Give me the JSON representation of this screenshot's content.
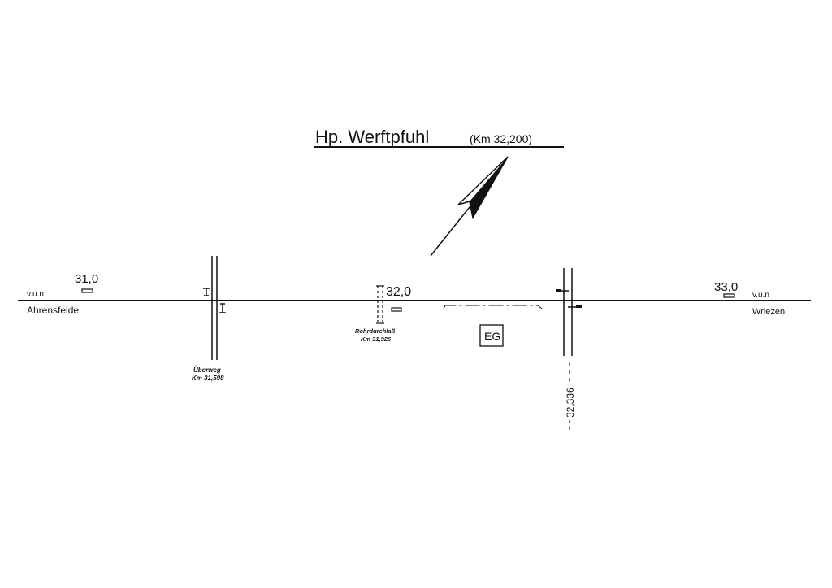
{
  "title": {
    "name": "Hp. Werftpfuhl",
    "km": "(Km 32,200)"
  },
  "left_end": {
    "km_marker": "31,0",
    "direction": "v.u.n",
    "station": "Ahrensfelde"
  },
  "right_end": {
    "km_marker": "33,0",
    "direction": "v.u.n",
    "station": "Wriezen"
  },
  "km_marker_mid": "32,0",
  "crossing": {
    "label": "Überweg",
    "km": "Km 31,598"
  },
  "culvert": {
    "label": "Rohrdurchlaß",
    "km": "Km 31,926"
  },
  "building": {
    "label": "EG"
  },
  "bridge": {
    "km": "32,336"
  }
}
